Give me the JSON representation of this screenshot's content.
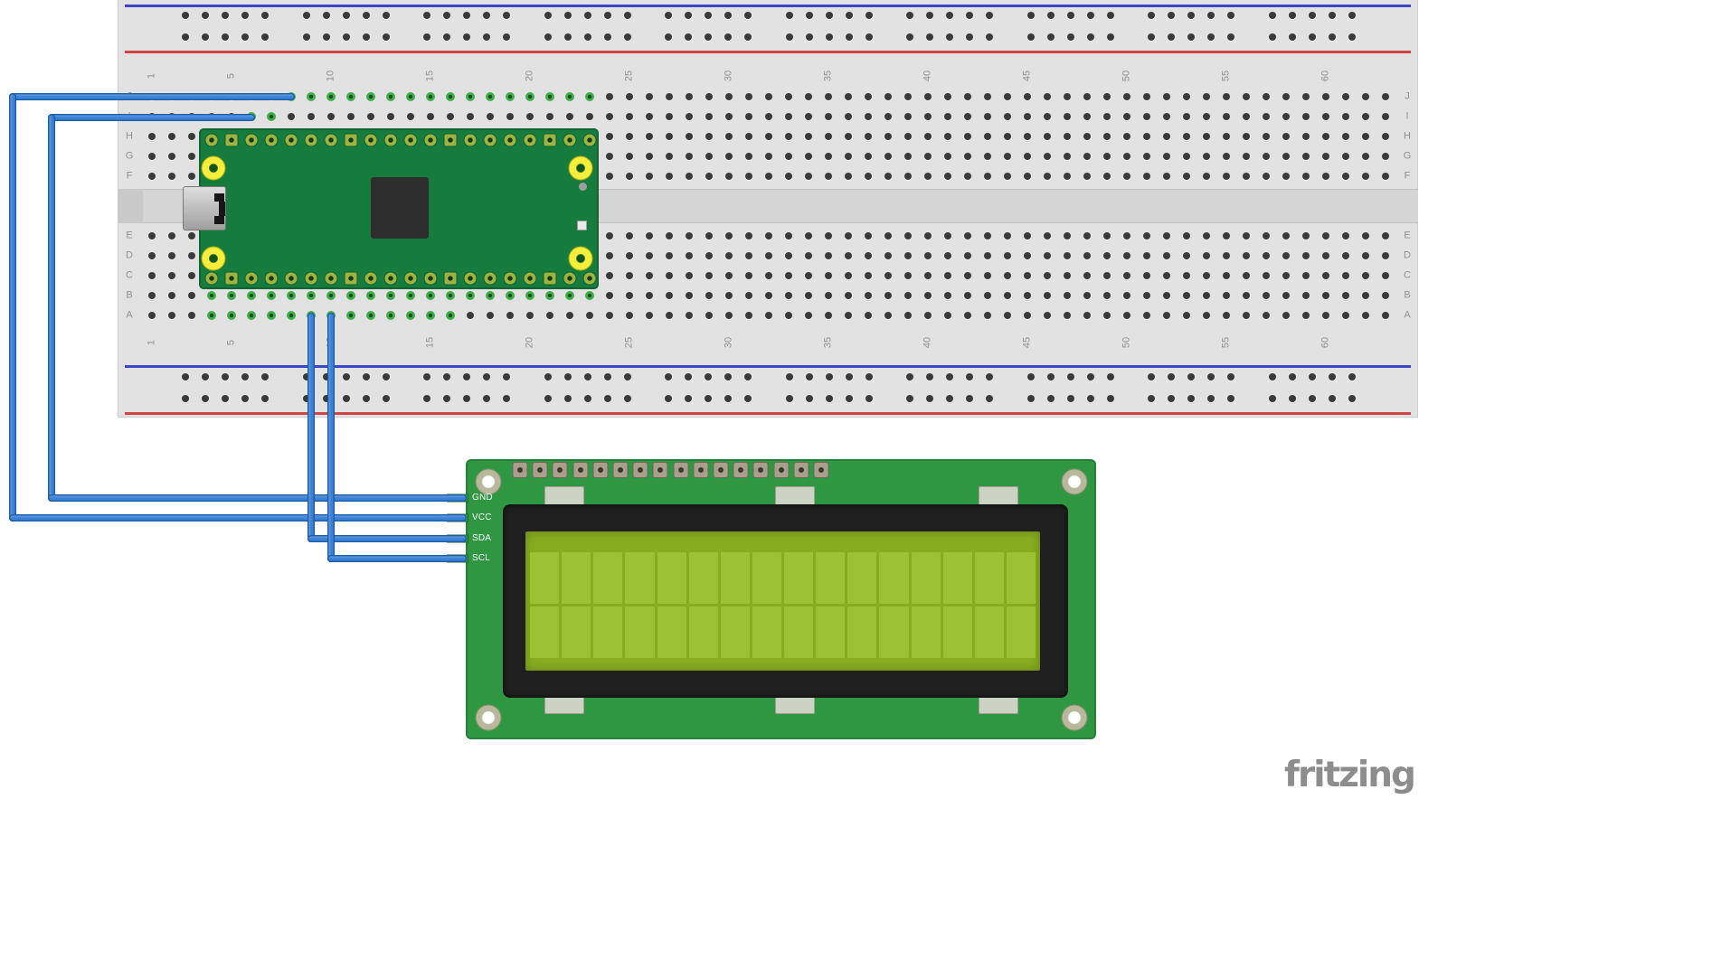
{
  "watermark": "fritzing",
  "watermark_color": "#8d8d8d",
  "breadboard": {
    "row_labels": [
      "J",
      "I",
      "H",
      "G",
      "F",
      "E",
      "D",
      "C",
      "B",
      "A"
    ],
    "column_numbers": [
      1,
      5,
      10,
      15,
      20,
      25,
      30,
      35,
      40,
      45,
      50,
      55,
      60
    ],
    "columns_total": 63,
    "colors": {
      "body": "#e2e2e2",
      "channel": "#d6d6d6",
      "rail_blue": "#3c45c8",
      "rail_red": "#cf4444",
      "hole": "#3a3a3a",
      "hole_connected": "#3fae49",
      "label": "#909090"
    }
  },
  "teensy": {
    "label": "teensy-microcontroller-board",
    "colors": {
      "pcb": "#167c3e",
      "chip": "#2d2d2d",
      "usb": "#c0c0c0",
      "mount_pad": "#f6ee3a",
      "pad_ring": "#9db33f"
    }
  },
  "lcd": {
    "label": "lcd-16x2-i2c-module",
    "pin_labels": [
      "GND",
      "VCC",
      "SDA",
      "SCL"
    ],
    "char_columns": 16,
    "char_rows": 2,
    "colors": {
      "pcb": "#2f9641",
      "bezel": "#1f1f1f",
      "screen": "#87ac20",
      "cell": "#9cc133",
      "pin_pad": "#a89f8c",
      "pin_label_text": "#ffffff"
    }
  },
  "wires": {
    "color": "#3a82d8",
    "connections": [
      {
        "wire": "wire-gnd",
        "from": "breadboard row I col 6",
        "to": "LCD GND"
      },
      {
        "wire": "wire-vcc",
        "from": "breadboard row J col 8",
        "to": "LCD VCC"
      },
      {
        "wire": "wire-sda",
        "from": "breadboard row A col 9",
        "to": "LCD SDA"
      },
      {
        "wire": "wire-scl",
        "from": "breadboard row A col 10",
        "to": "LCD SCL"
      }
    ]
  }
}
